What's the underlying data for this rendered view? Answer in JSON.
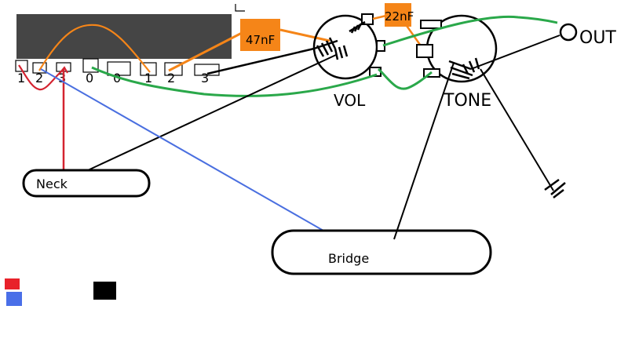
{
  "title": "Guitar wiring diagram",
  "colors": {
    "switch_body": "#454545",
    "orange": "#f58518",
    "green": "#2aa84a",
    "red": "#d42330",
    "blue": "#4a6fe0",
    "black": "#000000"
  },
  "switch": {
    "terminal_labels": [
      "1",
      "2",
      "3",
      "0",
      "0",
      "1",
      "2",
      "3"
    ]
  },
  "capacitors": {
    "c1": {
      "label": "47nF"
    },
    "c2": {
      "label": "22nF"
    }
  },
  "pots": {
    "volume": {
      "label": "VOL"
    },
    "tone": {
      "label": "TONE"
    }
  },
  "output": {
    "label": "OUT"
  },
  "pickups": {
    "neck": {
      "label": "Neck"
    },
    "bridge": {
      "label": "Bridge"
    }
  },
  "legend": {
    "swatches": [
      "red",
      "blue",
      "black"
    ]
  }
}
